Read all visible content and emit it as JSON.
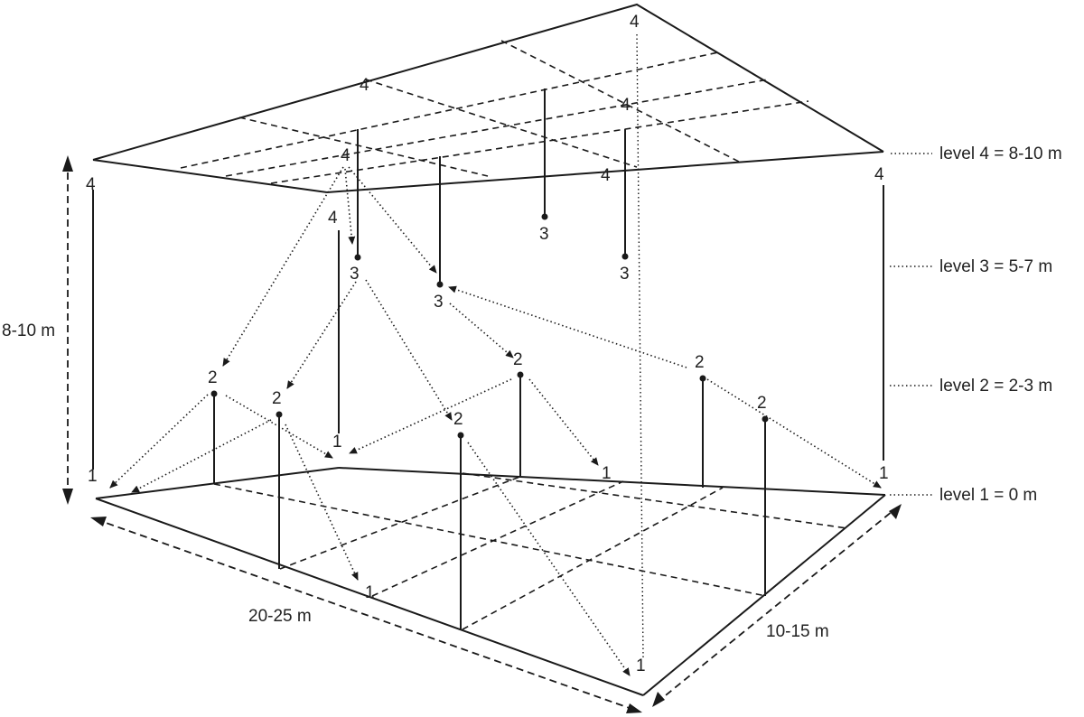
{
  "dimensions": {
    "height": "8-10 m",
    "length": "20-25 m",
    "width": "10-15 m"
  },
  "levels": [
    {
      "label": "level  4 = 8-10 m",
      "level": 4
    },
    {
      "label": "level  3 = 5-7 m",
      "level": 3
    },
    {
      "label": "level  2 = 2-3 m",
      "level": 2
    },
    {
      "label": "level  1 = 0 m",
      "level": 1
    }
  ],
  "point_labels": {
    "one": "1",
    "two": "2",
    "three": "3",
    "four": "4"
  }
}
